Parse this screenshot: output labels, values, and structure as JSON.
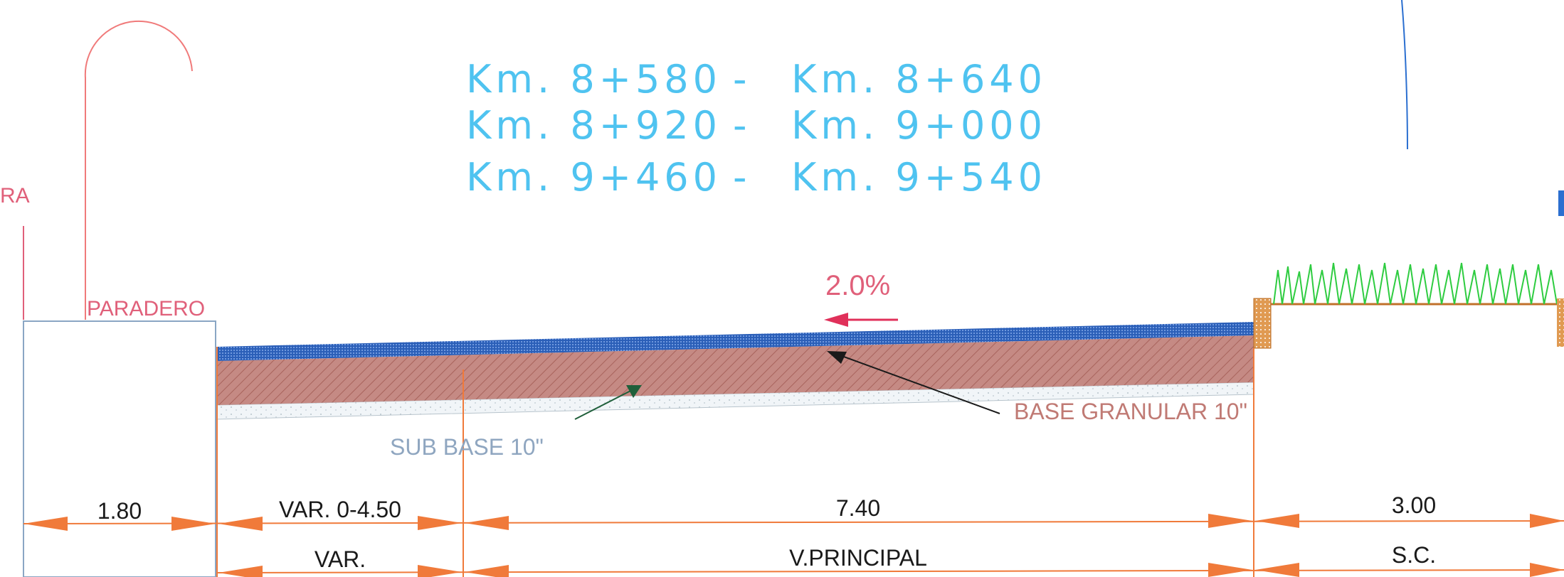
{
  "stations": [
    {
      "from": "Km. 8+580",
      "sep": "-",
      "to": "Km. 8+640"
    },
    {
      "from": "Km. 8+920",
      "sep": "-",
      "to": "Km. 9+000"
    },
    {
      "from": "Km. 9+460",
      "sep": "-",
      "to": "Km. 9+540"
    }
  ],
  "labels": {
    "paradero": "PARADERO",
    "cut_left": "RA",
    "slope": "2.0%",
    "base_granular": "BASE GRANULAR 10\"",
    "sub_base": "SUB BASE 10\""
  },
  "dimensions_top": [
    "1.80",
    "VAR. 0-4.50",
    "7.40",
    "3.00"
  ],
  "dimensions_bottom": [
    "VAR.",
    "V.PRINCIPAL",
    "S.C."
  ],
  "colors": {
    "station_text": "#4fc3f0",
    "dimension_lines": "#f07a3a",
    "asphalt": "#2b5fb8",
    "base_granular": "#b5756e",
    "sub_base": "#e8eef2",
    "grass": "#2ecc40",
    "curb": "#d9822b"
  }
}
